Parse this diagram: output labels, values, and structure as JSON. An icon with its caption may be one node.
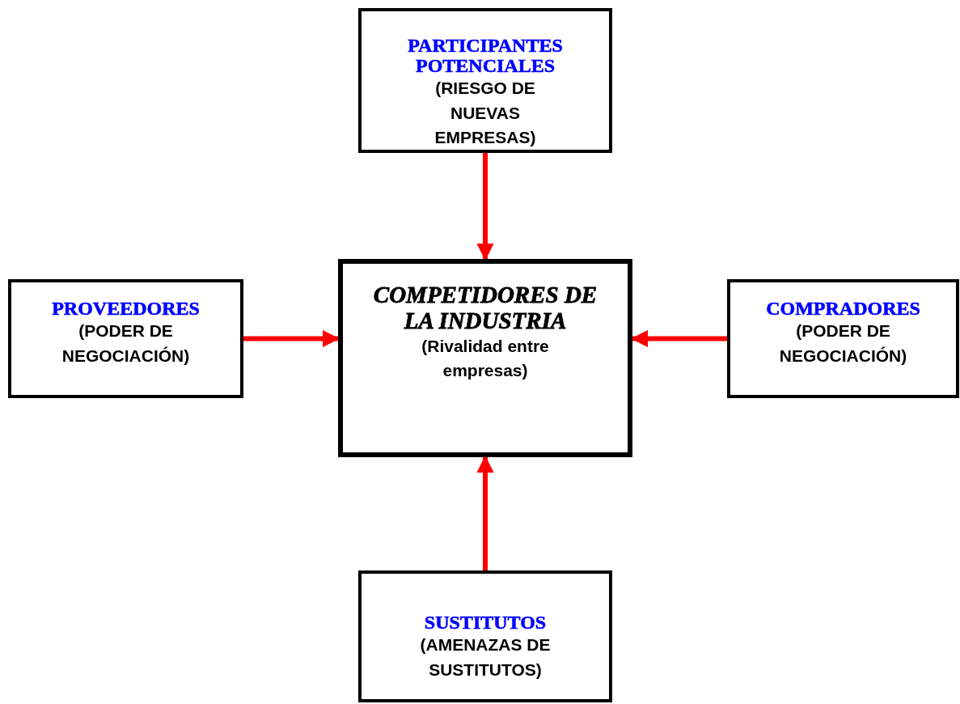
{
  "diagram": {
    "nodes": [
      {
        "text": [
          "PARTICIPANTES POTENCIALES",
          "(RIESGO DE NUEVAS EMPRESAS)"
        ]
      },
      {
        "text": [
          "PROVEEDORES",
          "(PODER DE NEGOCIACIÓN)"
        ]
      },
      {
        "text": [
          "COMPETIDORES DE LA INDUSTRIA",
          "(Rivalidad entre empresas)"
        ]
      },
      {
        "text": [
          "COMPRADORES",
          "(PODER DE NEGOCIACIÓN)"
        ]
      },
      {
        "text": [
          "SUSTITUTOS",
          "(AMENAZAS DE SUSTITUTOS)"
        ]
      }
    ],
    "edges": [
      {
        "from": 0,
        "to": 2,
        "arrow": "to"
      },
      {
        "from": 1,
        "to": 2,
        "arrow": "to"
      },
      {
        "from": 3,
        "to": 2,
        "arrow": "to"
      },
      {
        "from": 4,
        "to": 2,
        "arrow": "to"
      }
    ]
  }
}
